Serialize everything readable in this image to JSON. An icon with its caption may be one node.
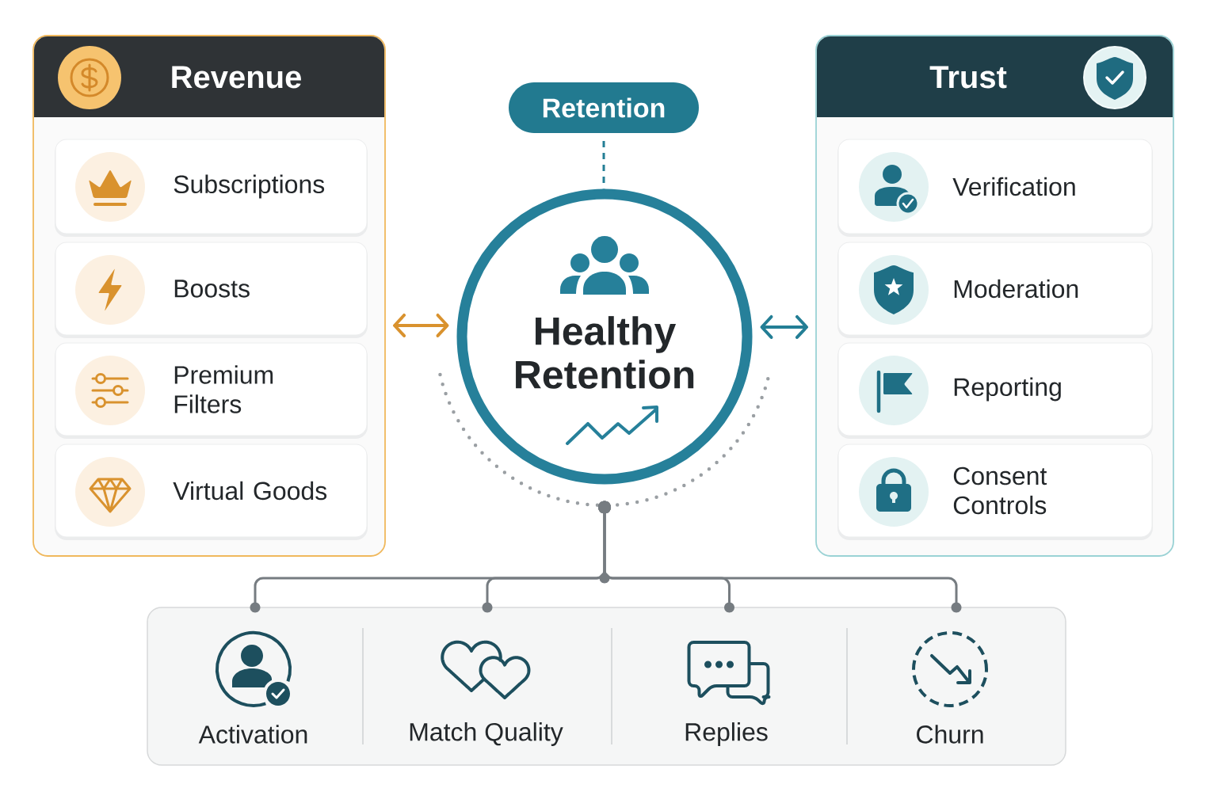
{
  "diagram": {
    "nodes": [
      {
        "text": [
          "Revenue"
        ]
      },
      {
        "text": [
          "Subscriptions"
        ],
        "in": 0
      },
      {
        "text": [
          "Boosts"
        ],
        "in": 0
      },
      {
        "text": [
          "Premium Filters"
        ],
        "in": 0
      },
      {
        "text": [
          "Virtual Goods"
        ],
        "in": 0
      },
      {
        "text": [
          "Retention"
        ]
      },
      {
        "text": [
          "Healthy Retention"
        ]
      },
      {
        "text": [
          "Trust"
        ]
      },
      {
        "text": [
          "Verification"
        ],
        "in": 7
      },
      {
        "text": [
          "Moderation"
        ],
        "in": 7
      },
      {
        "text": [
          "Reporting"
        ],
        "in": 7
      },
      {
        "text": [
          "Consent Controls"
        ],
        "in": 7
      },
      {
        "text": [],
        "shape": "box"
      },
      {
        "text": [
          "Activation"
        ],
        "in": 12
      },
      {
        "text": [
          "Match Quality"
        ],
        "in": 12
      },
      {
        "text": [
          "Replies"
        ],
        "in": 12
      },
      {
        "text": [
          "Churn"
        ],
        "in": 12
      }
    ],
    "edges": [
      {
        "from": 5,
        "to": 6,
        "arrow": "none",
        "style": "dashed",
        "color": "#237e95"
      },
      {
        "from": 0,
        "to": 6,
        "arrow": "both",
        "color": "#d9922e"
      },
      {
        "from": 6,
        "to": 7,
        "arrow": "both",
        "color": "#237e95"
      },
      {
        "from": 6,
        "to": 13,
        "arrow": "other"
      },
      {
        "from": 6,
        "to": 14,
        "arrow": "other"
      },
      {
        "from": 6,
        "to": 15,
        "arrow": "other"
      },
      {
        "from": 6,
        "to": 16,
        "arrow": "other"
      }
    ]
  }
}
